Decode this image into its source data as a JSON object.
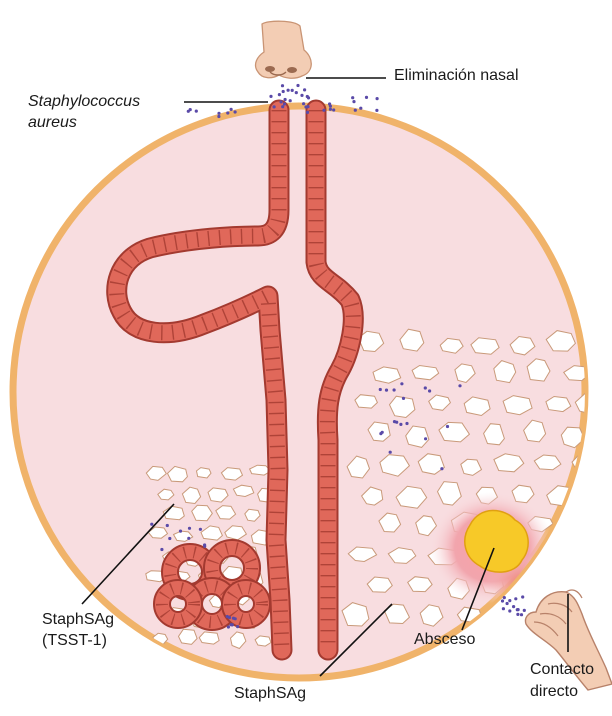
{
  "labels": {
    "staph_line1": "Staphylococcus",
    "staph_line2": "aureus",
    "nasal": "Eliminación nasal",
    "tsst_line1": "StaphSAg",
    "tsst_line2": "(TSST-1)",
    "staphsag": "StaphSAg",
    "absceso": "Absceso",
    "contacto_line1": "Contacto",
    "contacto_line2": "directo"
  },
  "colors": {
    "circle_fill": "#f8dde0",
    "circle_border": "#f0b36a",
    "epithelium": "#e0685a",
    "cell_outline": "#a33a30",
    "bacteria": "#5a4aa8",
    "abscess": "#f7c928",
    "skin": "#f3cdb4"
  }
}
